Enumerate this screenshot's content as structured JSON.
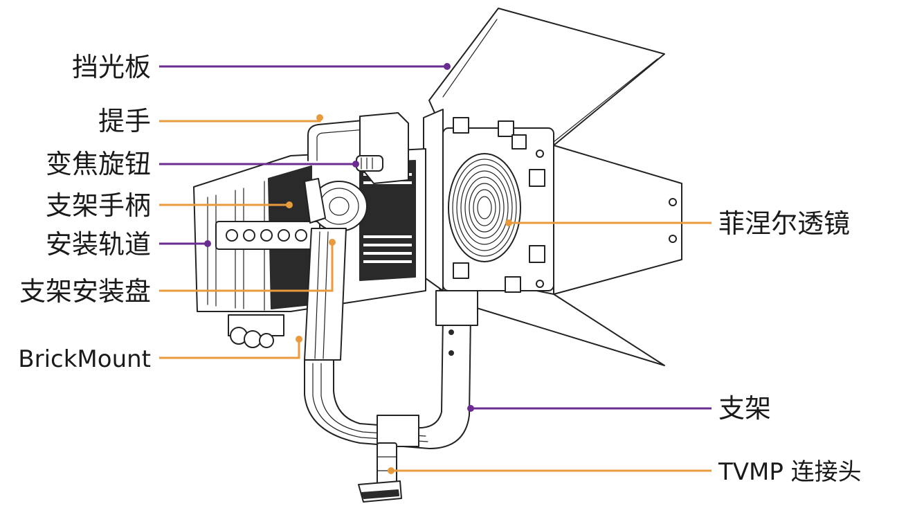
{
  "diagram": {
    "colors": {
      "purple": "#6a2c91",
      "orange": "#e89a3c",
      "text": "#1a1a1a",
      "device_stroke": "#222222"
    },
    "callouts": [
      {
        "id": "barn-doors",
        "label": "挡光板",
        "color": "purple"
      },
      {
        "id": "handle",
        "label": "提手",
        "color": "orange"
      },
      {
        "id": "zoom-knob",
        "label": "变焦旋钮",
        "color": "purple"
      },
      {
        "id": "bracket-handle",
        "label": "支架手柄",
        "color": "orange"
      },
      {
        "id": "mounting-rail",
        "label": "安装轨道",
        "color": "purple"
      },
      {
        "id": "bracket-mount-plate",
        "label": "支架安装盘",
        "color": "orange"
      },
      {
        "id": "brickmount",
        "label": "BrickMount",
        "color": "orange"
      },
      {
        "id": "fresnel-lens",
        "label": "菲涅尔透镜",
        "color": "orange"
      },
      {
        "id": "bracket",
        "label": "支架",
        "color": "purple"
      },
      {
        "id": "tvmp-connector",
        "label": "TVMP 连接头",
        "color": "orange"
      }
    ]
  }
}
